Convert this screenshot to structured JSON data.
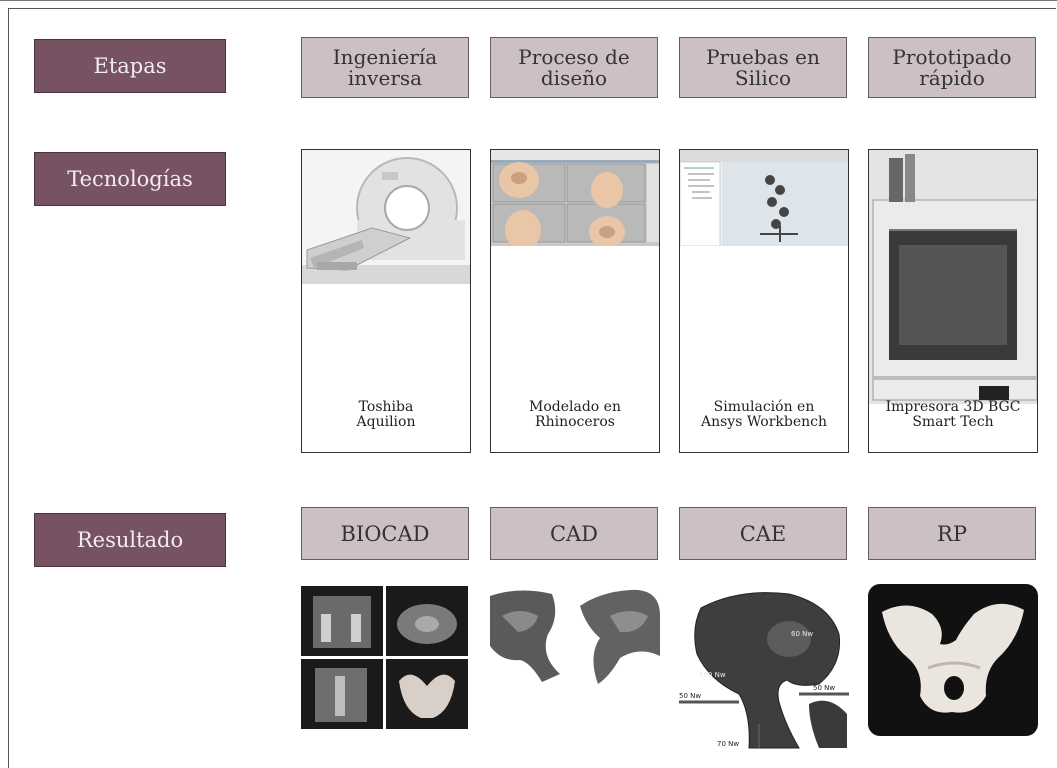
{
  "labels": {
    "etapas": "Etapas",
    "tecnologias": "Tecnologías",
    "resultado": "Resultado"
  },
  "stages": [
    {
      "line1": "Ingeniería",
      "line2": "inversa"
    },
    {
      "line1": "Proceso de",
      "line2": "diseño"
    },
    {
      "line1": "Pruebas en",
      "line2": "Silico"
    },
    {
      "line1": "Prototipado",
      "line2": "rápido"
    }
  ],
  "technologies": [
    {
      "line1": "Toshiba",
      "line2": "Aquilion"
    },
    {
      "line1": "Modelado en",
      "line2": "Rhinoceros"
    },
    {
      "line1": "Simulación en",
      "line2": "Ansys Workbench"
    },
    {
      "line1": "Impresora 3D BGC",
      "line2": "Smart Tech"
    }
  ],
  "results": [
    "BIOCAD",
    "CAD",
    "CAE",
    "RP"
  ],
  "cae_annotations": {
    "a": "60 Nw",
    "b": "100 Nw",
    "c": "50 Nw",
    "d": "50 Nw",
    "e": "70 Nw"
  },
  "colors": {
    "label_bg": "#765263",
    "head_bg": "#cdbfc6"
  }
}
